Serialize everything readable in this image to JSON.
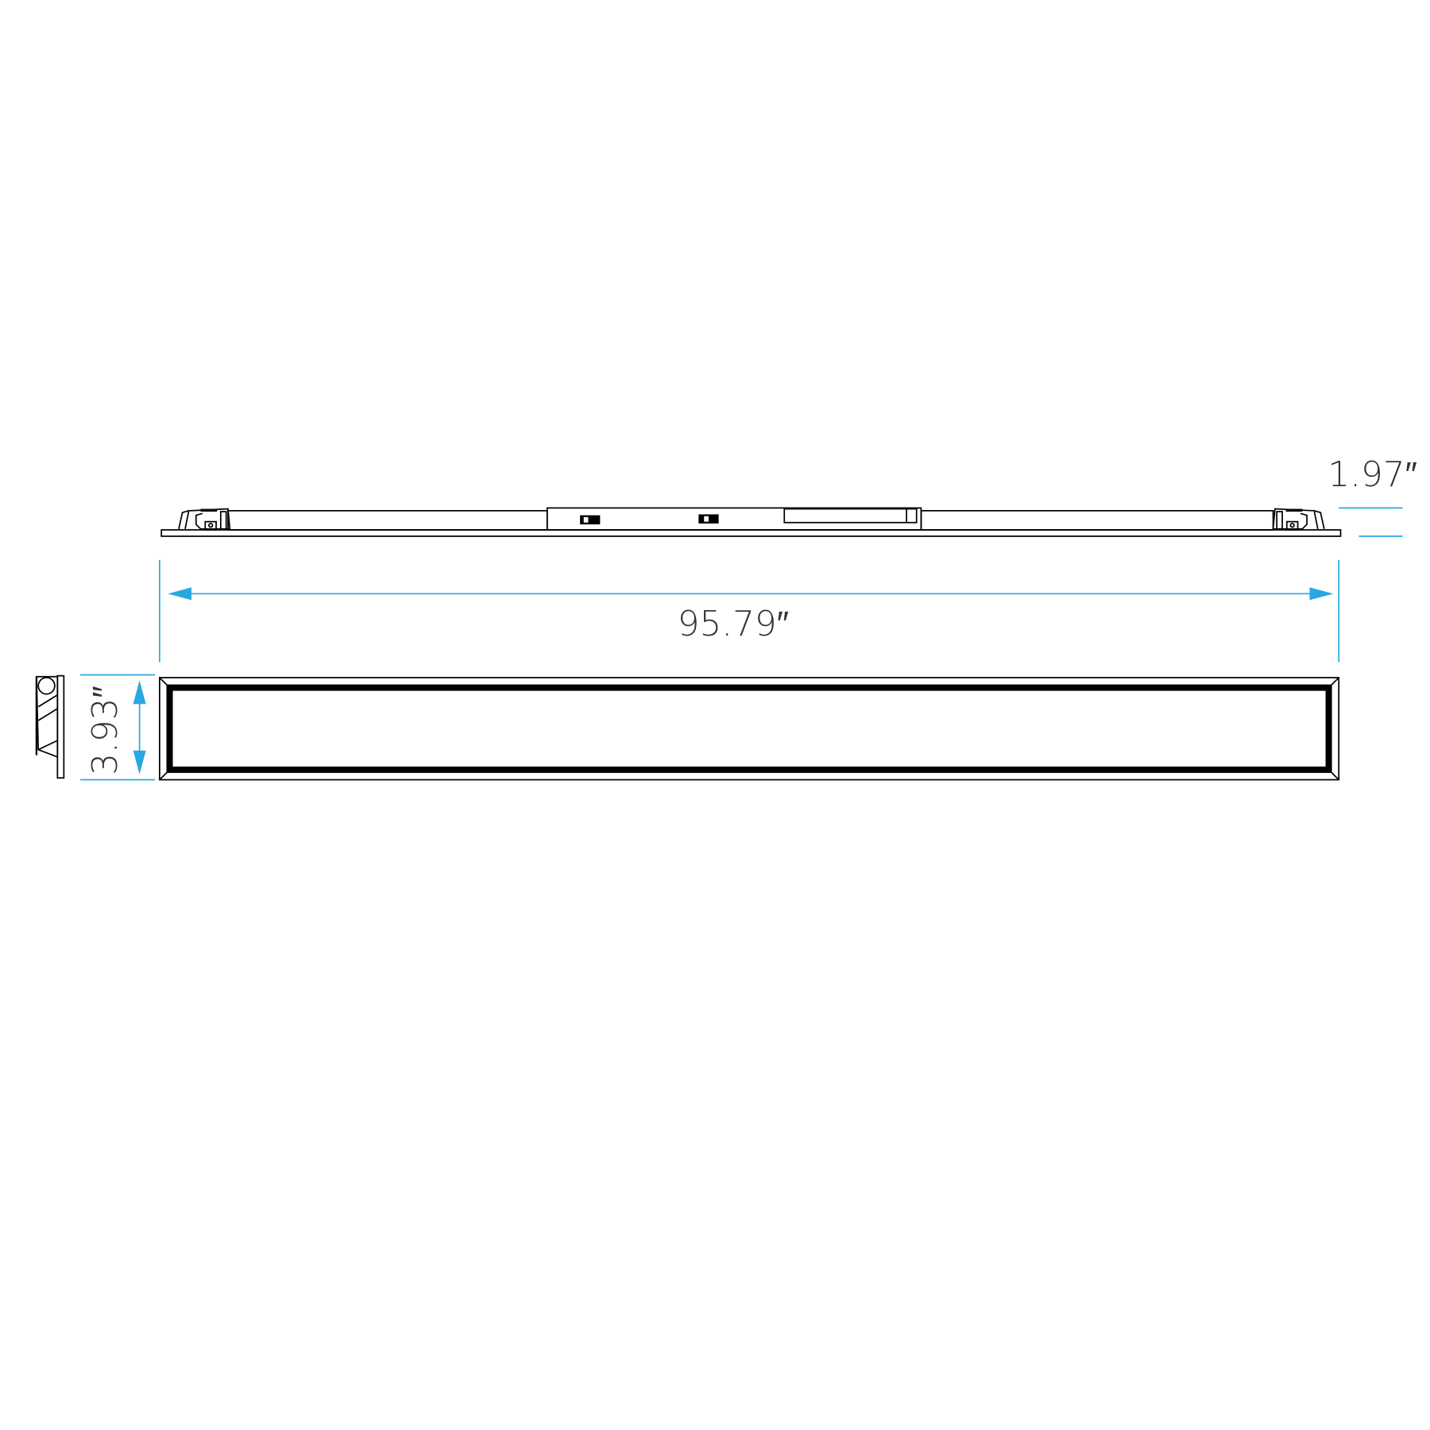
{
  "dimensions": {
    "length": "95.79″",
    "height": "1.97″",
    "width": "3.93″"
  },
  "colors": {
    "dimension_line": "#29a8e0",
    "drawing": "#000000"
  }
}
